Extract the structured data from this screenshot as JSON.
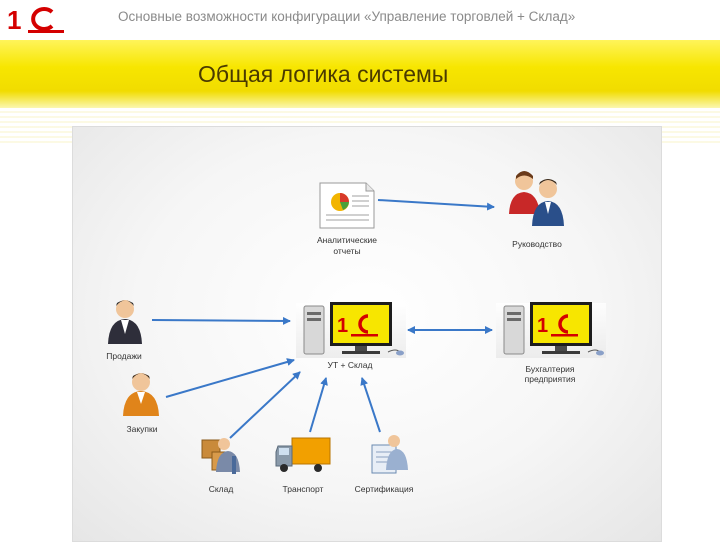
{
  "header": {
    "title": "Основные возможности конфигурации «Управление торговлей + Склад»"
  },
  "slide": {
    "title": "Общая логика системы"
  },
  "diagram": {
    "nodes": {
      "reports": "Аналитические отчеты",
      "management": "Руководство",
      "ut_sklad": "УТ + Склад",
      "accounting_line1": "Бухгалтерия",
      "accounting_line2": "предприятия",
      "sales": "Продажи",
      "purchases": "Закупки",
      "warehouse": "Склад",
      "transport": "Транспорт",
      "certification": "Сертификация"
    },
    "accent_color": "#3a78c8",
    "brand_red": "#d40000",
    "brand_yellow": "#f7e600"
  }
}
